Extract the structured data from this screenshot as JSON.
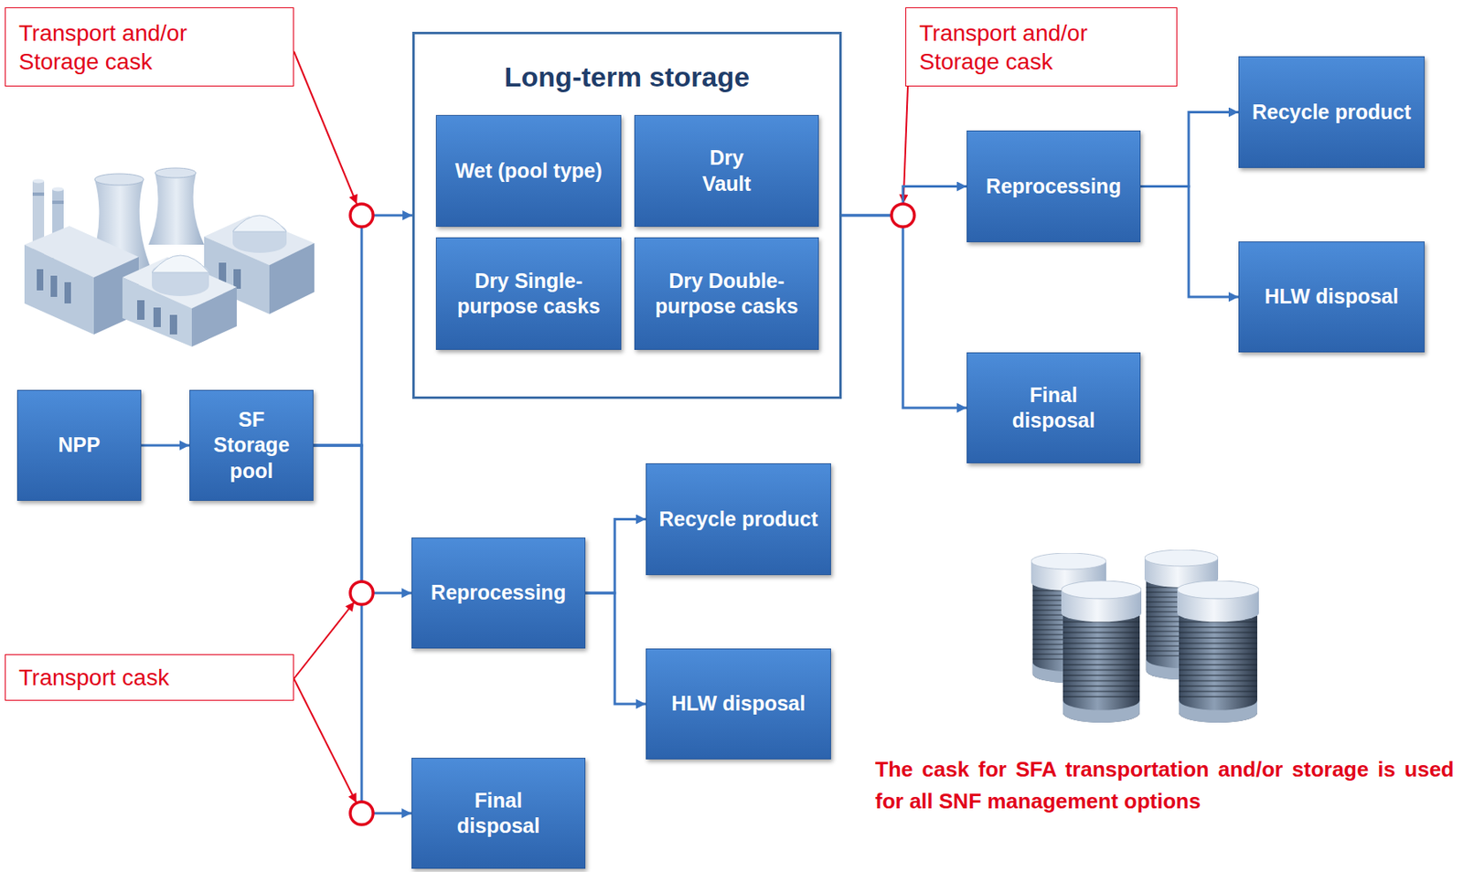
{
  "diagram": {
    "nodes": [
      {
        "text": [
          "Transport and/or Storage cask"
        ]
      },
      {
        "text": [
          "Long-term storage"
        ]
      },
      {
        "text": [
          "Wet (pool type)"
        ],
        "in": 1
      },
      {
        "text": [
          "Dry Vault"
        ],
        "in": 1
      },
      {
        "text": [
          "Dry Single-purpose casks"
        ],
        "in": 1
      },
      {
        "text": [
          "Dry Double-purpose casks"
        ],
        "in": 1
      },
      {
        "text": [
          "Transport and/or Storage cask"
        ]
      },
      {
        "text": [
          "Recycle product"
        ]
      },
      {
        "text": [
          "Reprocessing"
        ]
      },
      {
        "text": [
          "HLW disposal"
        ]
      },
      {
        "text": [
          "Final disposal"
        ]
      },
      {
        "text": [
          "NPP"
        ]
      },
      {
        "text": [
          "SF Storage pool"
        ]
      },
      {
        "text": [
          "Recycle product"
        ]
      },
      {
        "text": [
          "Reprocessing"
        ]
      },
      {
        "text": [
          "Transport cask"
        ]
      },
      {
        "text": [
          "HLW disposal"
        ]
      },
      {
        "text": [
          "Final disposal"
        ]
      }
    ],
    "edges": [
      {
        "from": 11,
        "to": 12,
        "arrow": "to"
      },
      {
        "from": 12,
        "to": 1,
        "arrow": "to"
      },
      {
        "from": 12,
        "to": 14,
        "arrow": "to"
      },
      {
        "from": 12,
        "to": 17,
        "arrow": "to"
      },
      {
        "from": 1,
        "to": 8,
        "arrow": "to"
      },
      {
        "from": 1,
        "to": 10,
        "arrow": "to"
      },
      {
        "from": 8,
        "to": 7,
        "arrow": "to"
      },
      {
        "from": 8,
        "to": 9,
        "arrow": "to"
      },
      {
        "from": 14,
        "to": 13,
        "arrow": "to"
      },
      {
        "from": 14,
        "to": 16,
        "arrow": "to"
      }
    ],
    "labels": [
      "The cask for SFA transportation and/or storage is used for all SNF management options"
    ]
  }
}
